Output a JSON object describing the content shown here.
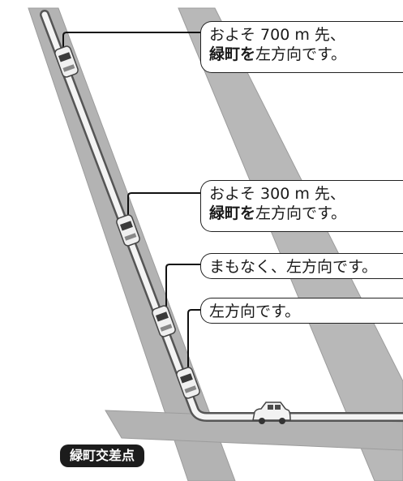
{
  "callouts": [
    {
      "line1": "およそ 700 m 先、",
      "strong": "緑町を",
      "rest": "左方向です。"
    },
    {
      "line1": "およそ 300 m 先、",
      "strong": "緑町を",
      "rest": "左方向です。"
    },
    {
      "text": "まもなく、左方向です。"
    },
    {
      "text": "左方向です。"
    }
  ],
  "intersection_label": "緑町交差点",
  "colors": {
    "road": "#b3b3b3",
    "road_edge": "#9c9c9c",
    "route_outline": "#555555",
    "route_fill": "#f4f4f4",
    "car_body": "#f0f0f0",
    "car_window": "#3a3a3a",
    "label_bg": "#1c1c1c"
  }
}
